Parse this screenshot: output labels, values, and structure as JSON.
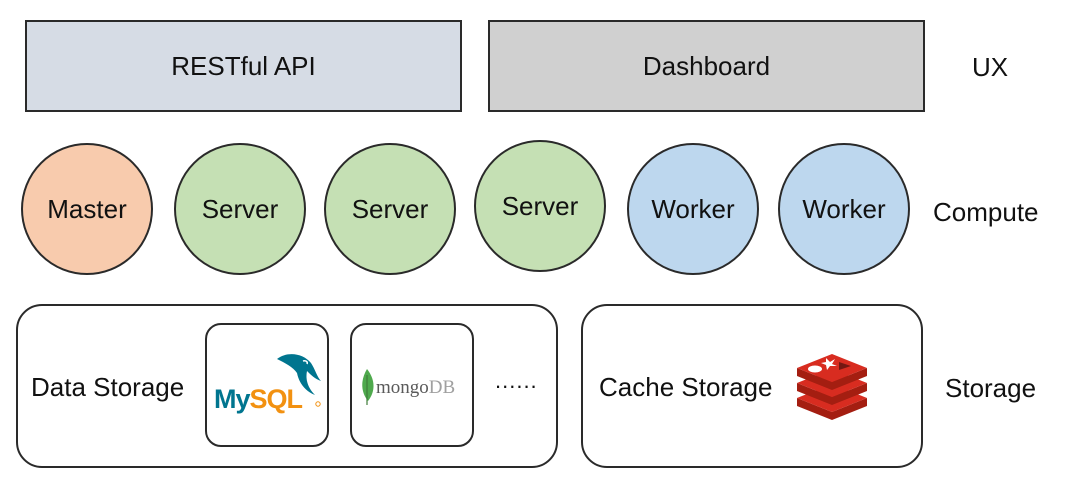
{
  "ux_layer": {
    "label": "UX",
    "restful_api": "RESTful API",
    "dashboard": "Dashboard"
  },
  "compute_layer": {
    "label": "Compute",
    "nodes": [
      "Master",
      "Server",
      "Server",
      "Server",
      "Worker",
      "Worker"
    ]
  },
  "storage_layer": {
    "label": "Storage",
    "data_storage": {
      "label": "Data Storage",
      "logos": [
        "MySQL",
        "mongoDB"
      ],
      "more": "......"
    },
    "cache_storage": {
      "label": "Cache Storage",
      "logo": "Redis"
    }
  },
  "colors": {
    "restful_api_fill": "#d6dce5",
    "dashboard_fill": "#d0d0d0",
    "master_fill": "#f8cbad",
    "server_fill": "#c5e0b4",
    "worker_fill": "#bdd7ee",
    "mysql_blue": "#00758f",
    "mysql_orange": "#f29111",
    "mongo_green": "#4fa94d",
    "redis_red": "#d82c20"
  }
}
